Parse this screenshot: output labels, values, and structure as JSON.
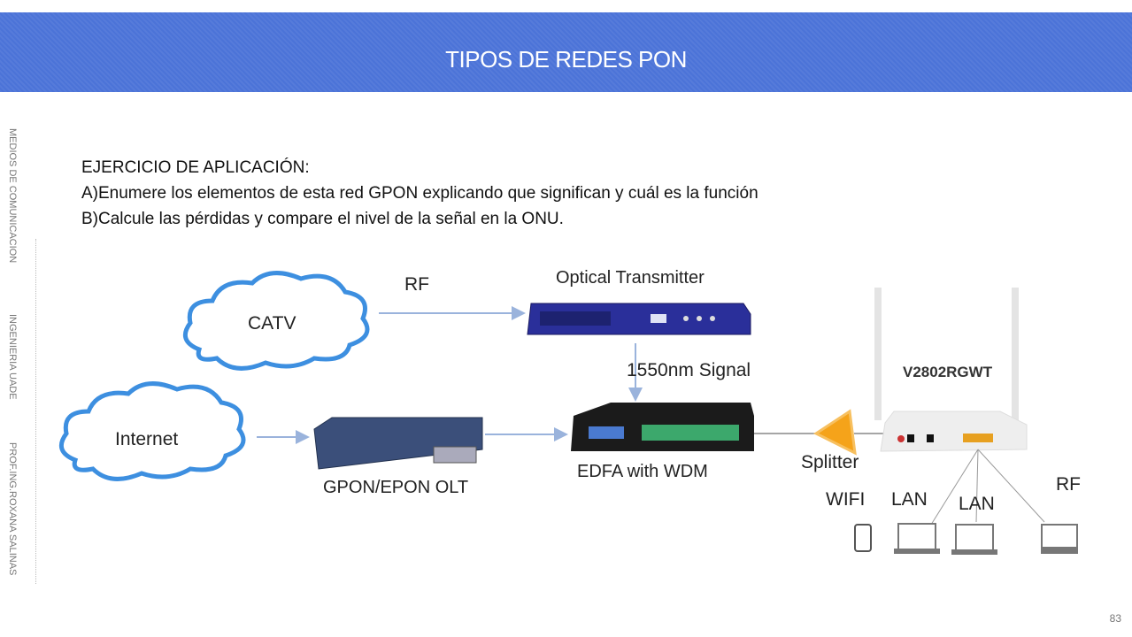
{
  "header": {
    "title": "TIPOS DE REDES PON"
  },
  "sidebar": {
    "items": [
      "MEDIOS DE COMUNICACION",
      "INGENIERIA  UADE",
      "PROF.ING.ROXANA SALINAS"
    ]
  },
  "content": {
    "lines": [
      "EJERCICIO DE APLICACIÓN:",
      "A)Enumere los elementos de esta red GPON explicando que significan y cuál es la función",
      "B)Calcule las pérdidas y compare el nivel de la señal en la ONU."
    ]
  },
  "diagram": {
    "catv": "CATV",
    "internet": "Internet",
    "rf_top": "RF",
    "optical_transmitter": "Optical Transmitter",
    "signal": "1550nm Signal",
    "olt": "GPON/EPON OLT",
    "edfa": "EDFA with WDM",
    "splitter": "Splitter",
    "onu_model": "V2802RGWT",
    "wifi": "WIFI",
    "lan1": "LAN",
    "lan2": "LAN",
    "rf_out": "RF"
  },
  "footer": {
    "page": "83"
  }
}
